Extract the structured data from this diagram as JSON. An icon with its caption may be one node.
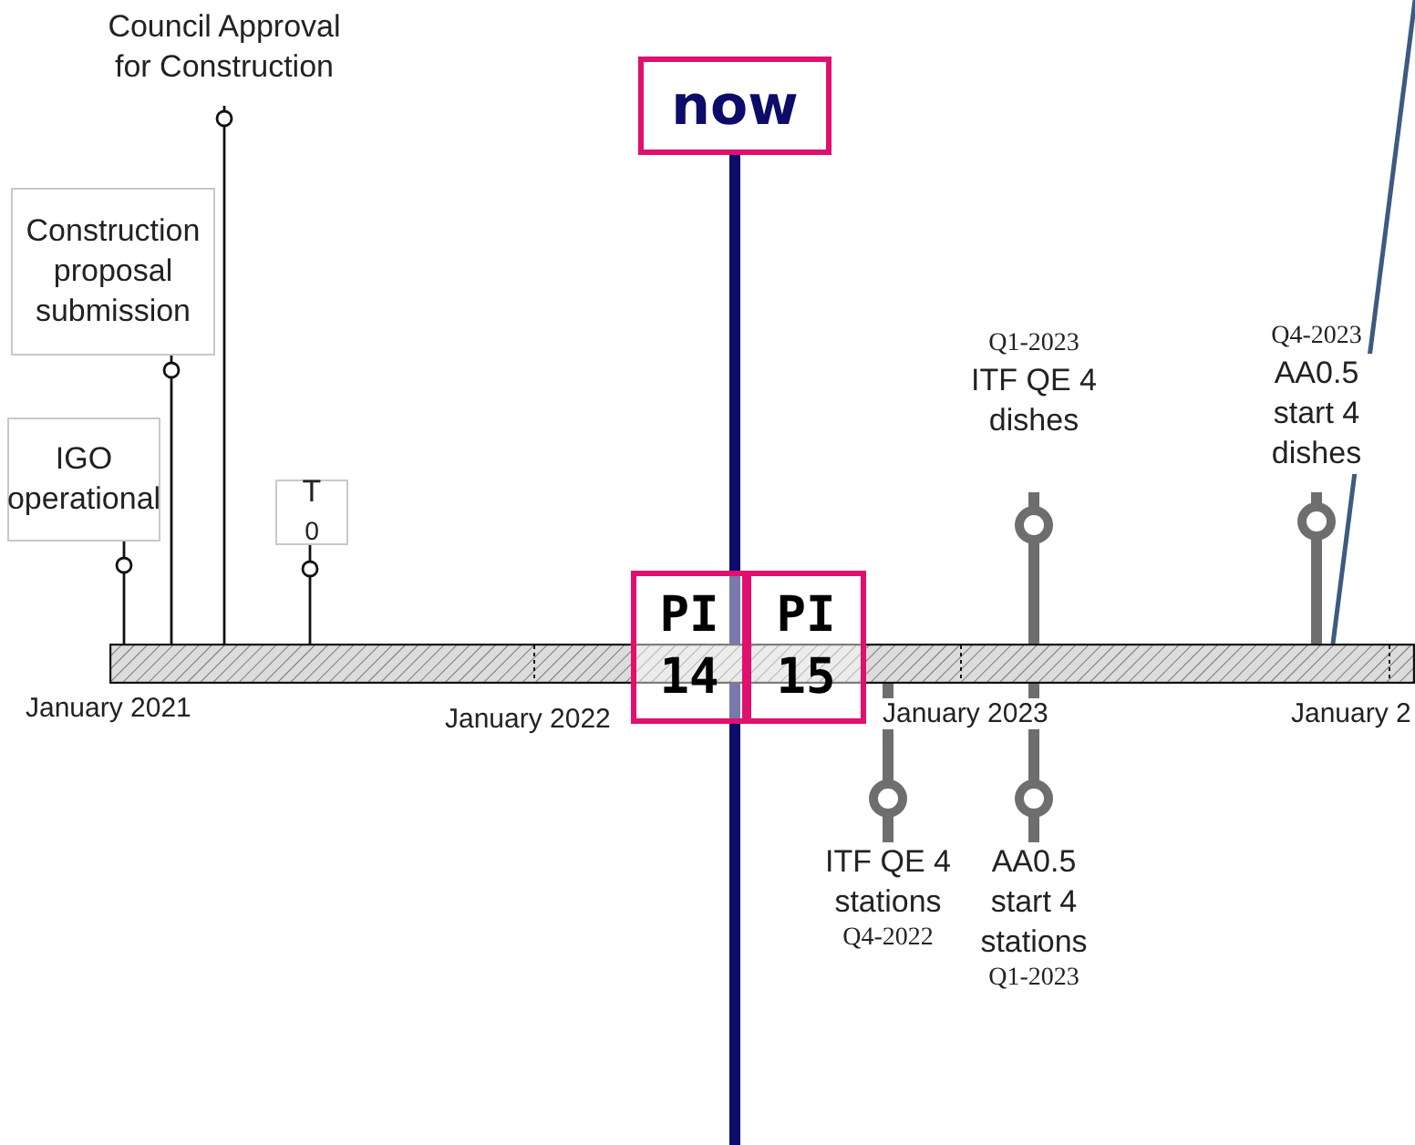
{
  "diagram": {
    "nodes": [
      {
        "text": [],
        "shape": "bar",
        "beside": [
          "January 2021",
          "January 2022",
          "January 2023",
          "January 2"
        ]
      },
      {
        "text": [
          "Council Approval for Construction"
        ]
      },
      {
        "text": [
          "Construction proposal submission"
        ]
      },
      {
        "text": [
          "IGO operational"
        ]
      },
      {
        "text": [
          "T$_{0}$"
        ]
      },
      {
        "text": [
          "now"
        ]
      },
      {
        "text": [
          "PI 14"
        ]
      },
      {
        "text": [
          "PI 15"
        ]
      },
      {
        "text": [
          "Q1-2023",
          "ITF QE 4 dishes"
        ]
      },
      {
        "text": [
          "Q4-2023",
          "AA0.5 start 4 dishes"
        ]
      },
      {
        "text": [
          "ITF QE 4 stations",
          "Q4-2022"
        ]
      },
      {
        "text": [
          "AA0.5 start 4 stations",
          "Q1-2023"
        ]
      }
    ],
    "edges": [
      {
        "from": 1,
        "to": 0,
        "arrow": "other"
      },
      {
        "from": 2,
        "to": 0,
        "arrow": "other"
      },
      {
        "from": 3,
        "to": 0,
        "arrow": "other"
      },
      {
        "from": 4,
        "to": 0,
        "arrow": "other"
      },
      {
        "from": 8,
        "to": 0,
        "arrow": "other",
        "style": "thick",
        "color": "#6e6e6e"
      },
      {
        "from": 9,
        "to": 0,
        "arrow": "other",
        "style": "thick",
        "color": "#6e6e6e"
      },
      {
        "from": 10,
        "to": 0,
        "arrow": "other",
        "style": "thick",
        "color": "#6e6e6e"
      },
      {
        "from": 11,
        "to": 0,
        "arrow": "other",
        "style": "thick",
        "color": "#6e6e6e"
      },
      {
        "from": 5,
        "to": null,
        "arrow": "none",
        "style": "thick",
        "color": "#0c0c6a"
      },
      {
        "from": null,
        "to": 0,
        "arrow": "none",
        "color": "#3d5a80"
      }
    ]
  }
}
